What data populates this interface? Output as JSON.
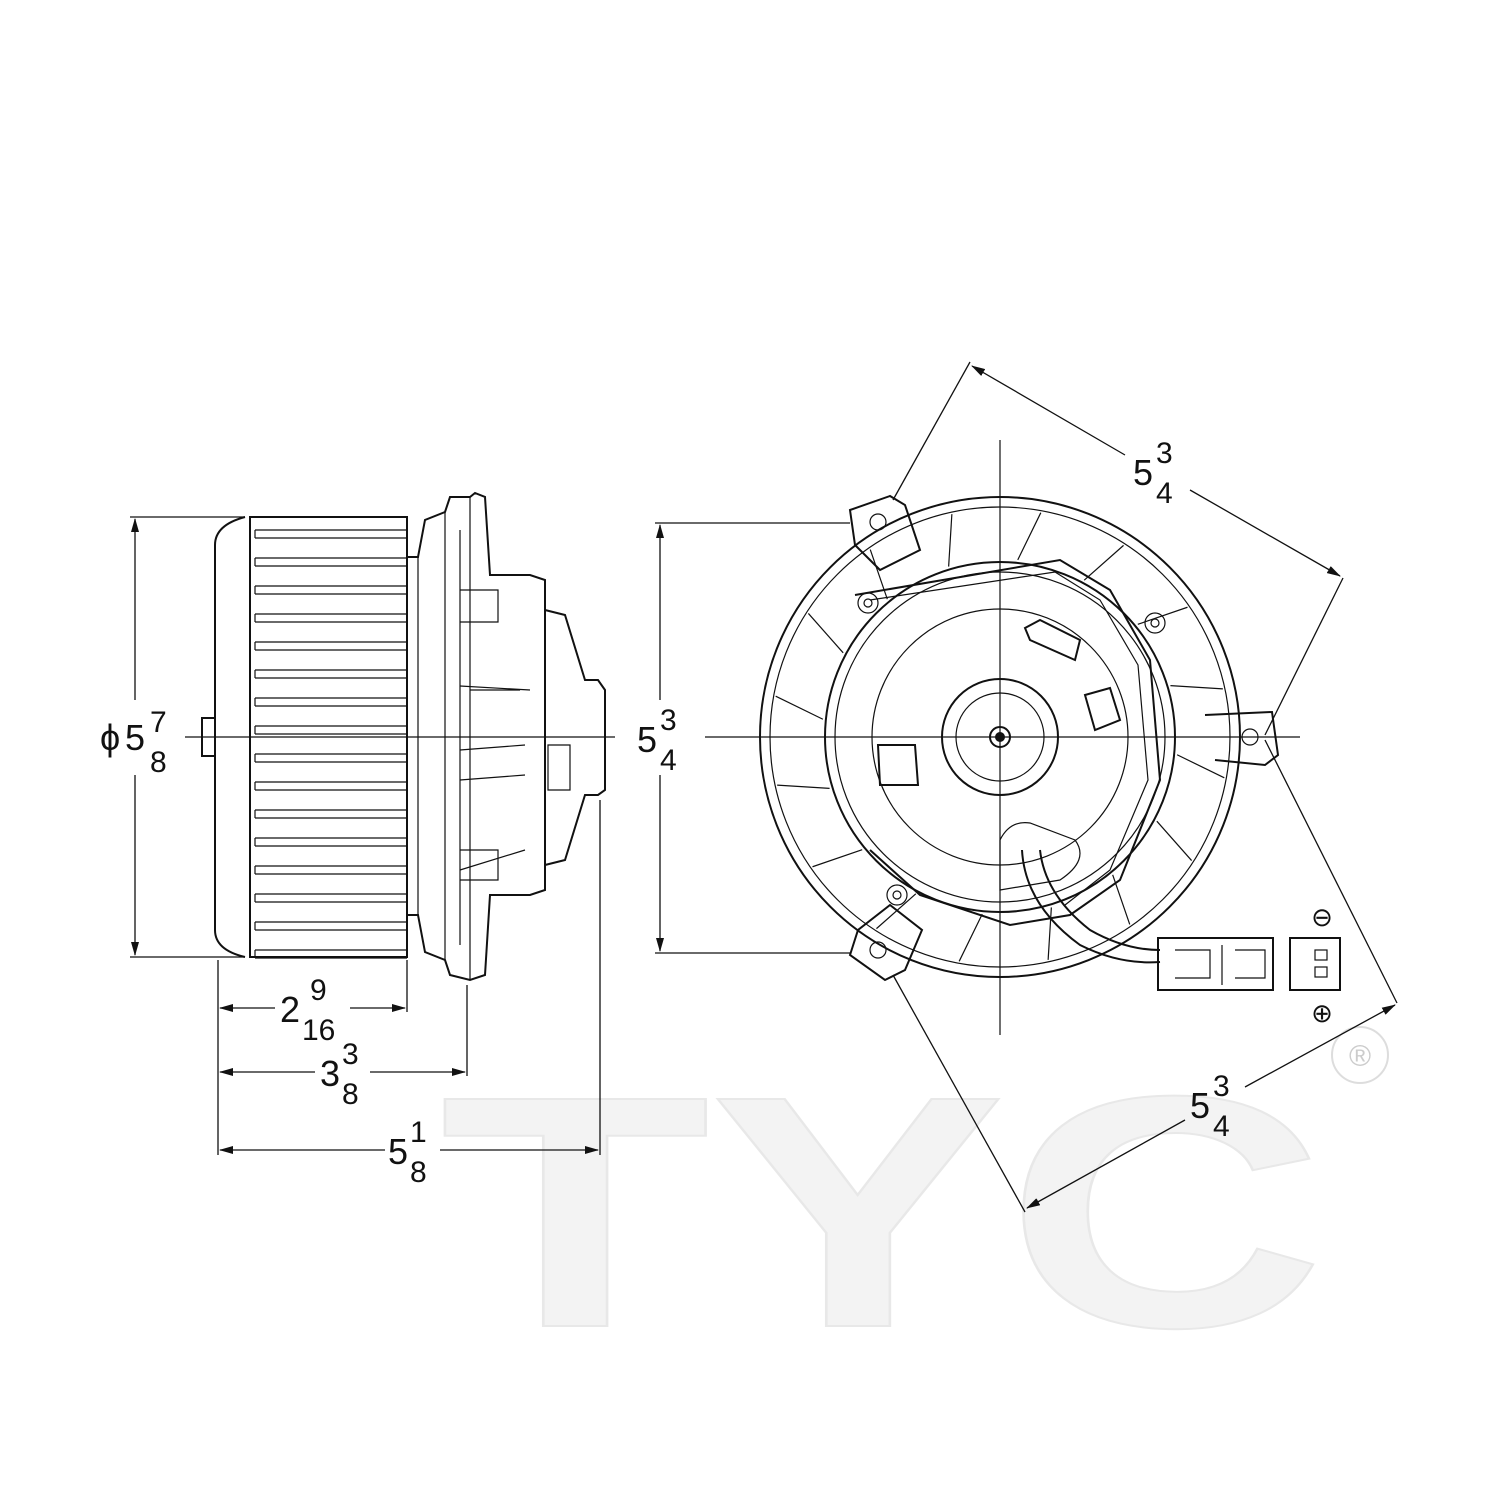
{
  "watermark": {
    "brand": "TYC",
    "registered": "®"
  },
  "dimensions": {
    "diameter": {
      "symbol": "ϕ",
      "whole": "5",
      "num": "7",
      "den": "8"
    },
    "width_wheel": {
      "whole": "2",
      "num": "9",
      "den": "16"
    },
    "width_flange": {
      "whole": "3",
      "num": "3",
      "den": "8"
    },
    "width_total": {
      "whole": "5",
      "num": "1",
      "den": "8"
    },
    "height_mount": {
      "whole": "5",
      "num": "3",
      "den": "4"
    },
    "diag_top": {
      "whole": "5",
      "num": "3",
      "den": "4"
    },
    "diag_bottom": {
      "whole": "5",
      "num": "3",
      "den": "4"
    }
  },
  "connector": {
    "negative": "⊖",
    "positive": "⊕"
  }
}
